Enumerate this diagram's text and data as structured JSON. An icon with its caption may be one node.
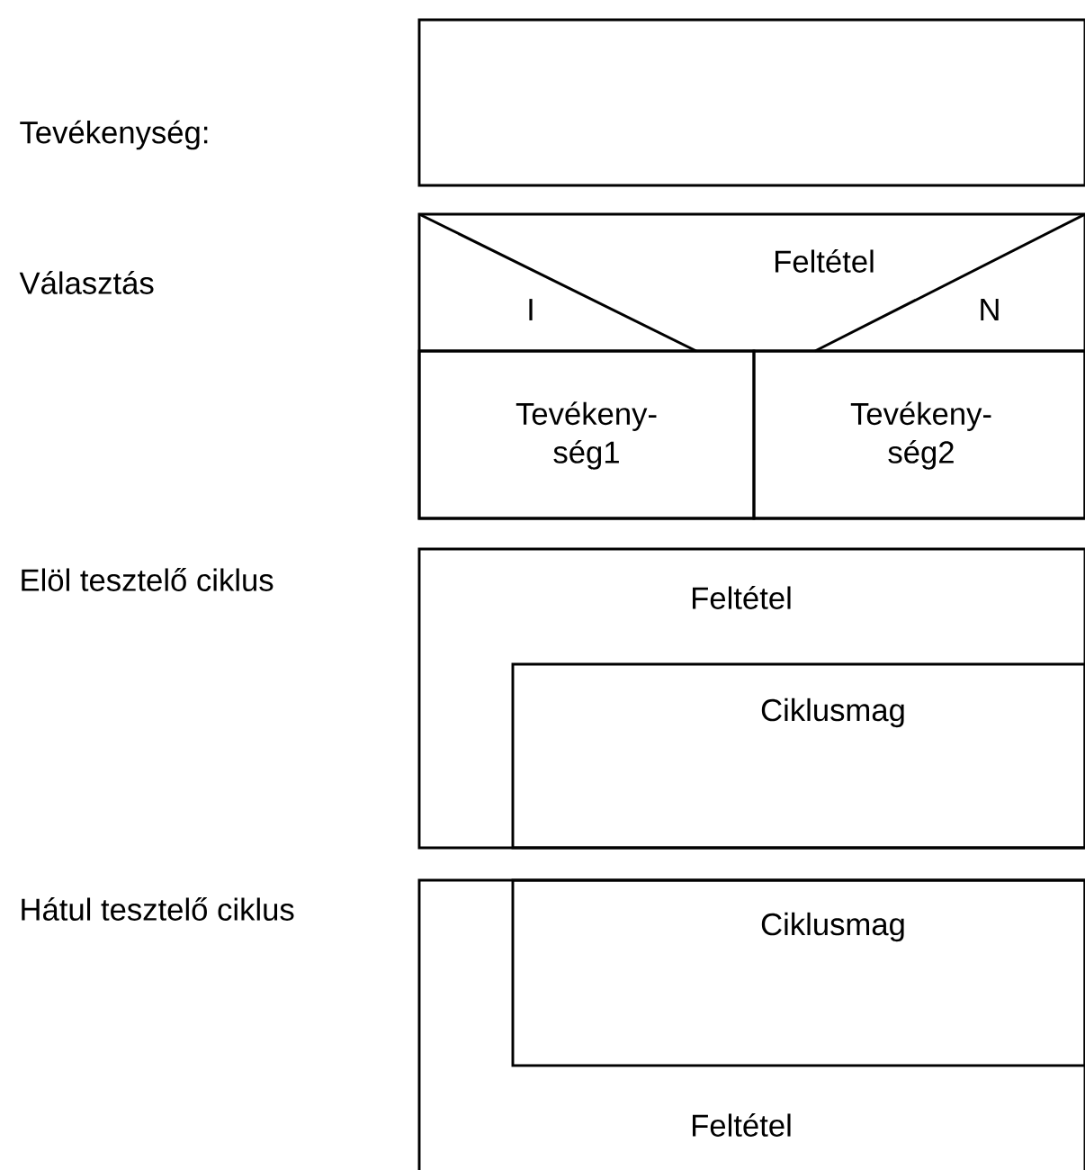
{
  "diagram": {
    "nodes": [
      {
        "text": [],
        "shape": "box"
      },
      {
        "text": [
          "Feltétel",
          "I",
          "N"
        ]
      },
      {
        "text": [
          "Tevékeny- ség1"
        ],
        "in": 1
      },
      {
        "text": [
          "Tevékeny- ség2"
        ],
        "in": 1
      },
      {
        "text": [
          "Feltétel"
        ]
      },
      {
        "text": [
          "Ciklusmag"
        ],
        "in": 4
      },
      {
        "text": [
          "Feltétel"
        ]
      },
      {
        "text": [
          "Ciklusmag"
        ],
        "in": 6
      }
    ],
    "edges": [],
    "labels": [
      "Tevékenység:",
      "Választás",
      "Elöl tesztelő ciklus",
      "Hátul tesztelő ciklus"
    ]
  }
}
